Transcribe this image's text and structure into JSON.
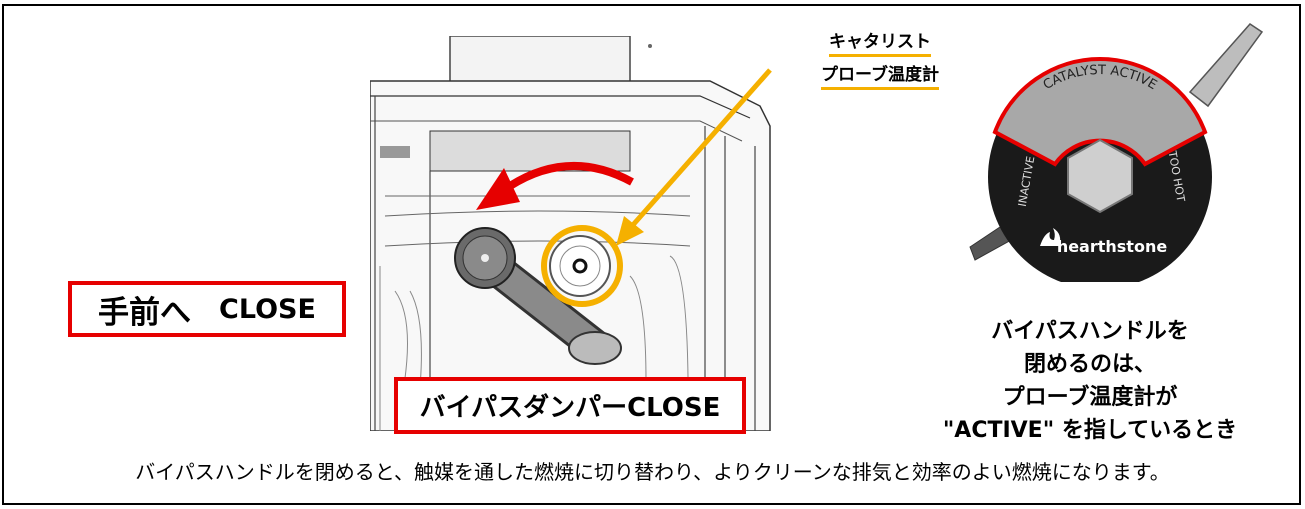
{
  "left_box": {
    "jp": "手前へ",
    "en": "CLOSE"
  },
  "damper_label": "バイパスダンパーCLOSE",
  "probe_label": {
    "line1": "キャタリスト",
    "line2": "プローブ温度計"
  },
  "dial": {
    "active": "CATALYST ACTIVE",
    "inactive": "INACTIVE",
    "too_hot": "TOO HOT",
    "brand": "hearthstone"
  },
  "note": {
    "line1": "バイパスハンドルを",
    "line2": "閉めるのは、",
    "line3": "プローブ温度計が",
    "line4": "\"ACTIVE\" を指しているとき"
  },
  "footer": "バイパスハンドルを閉めると、触媒を通した燃焼に切り替わり、よりクリーンな排気と効率のよい燃焼になります。",
  "colors": {
    "red": "#e60000",
    "orange": "#f5b000"
  }
}
